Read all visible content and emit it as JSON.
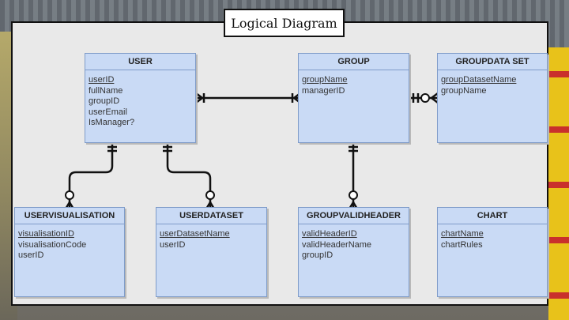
{
  "title": "Logical Diagram",
  "entities": {
    "user": {
      "name": "USER",
      "fields": [
        "userID",
        "fullName",
        "groupID",
        "userEmail",
        "IsManager?"
      ]
    },
    "group": {
      "name": "GROUP",
      "fields": [
        "groupName",
        "managerID"
      ]
    },
    "groupdataset": {
      "name": "GROUPDATA SET",
      "fields": [
        "groupDatasetName",
        "groupName"
      ]
    },
    "uservisualisation": {
      "name": "USERVISUALISATION",
      "fields": [
        "visualisationID",
        "visualisationCode",
        "userID"
      ]
    },
    "userdataset": {
      "name": "USERDATASET",
      "fields": [
        "userDatasetName",
        "userID"
      ]
    },
    "groupvalidheader": {
      "name": "GROUPVALIDHEADER",
      "fields": [
        "validHeaderID",
        "validHeaderName",
        "groupID"
      ]
    },
    "chart": {
      "name": "CHART",
      "fields": [
        "chartName",
        "chartRules"
      ]
    }
  }
}
